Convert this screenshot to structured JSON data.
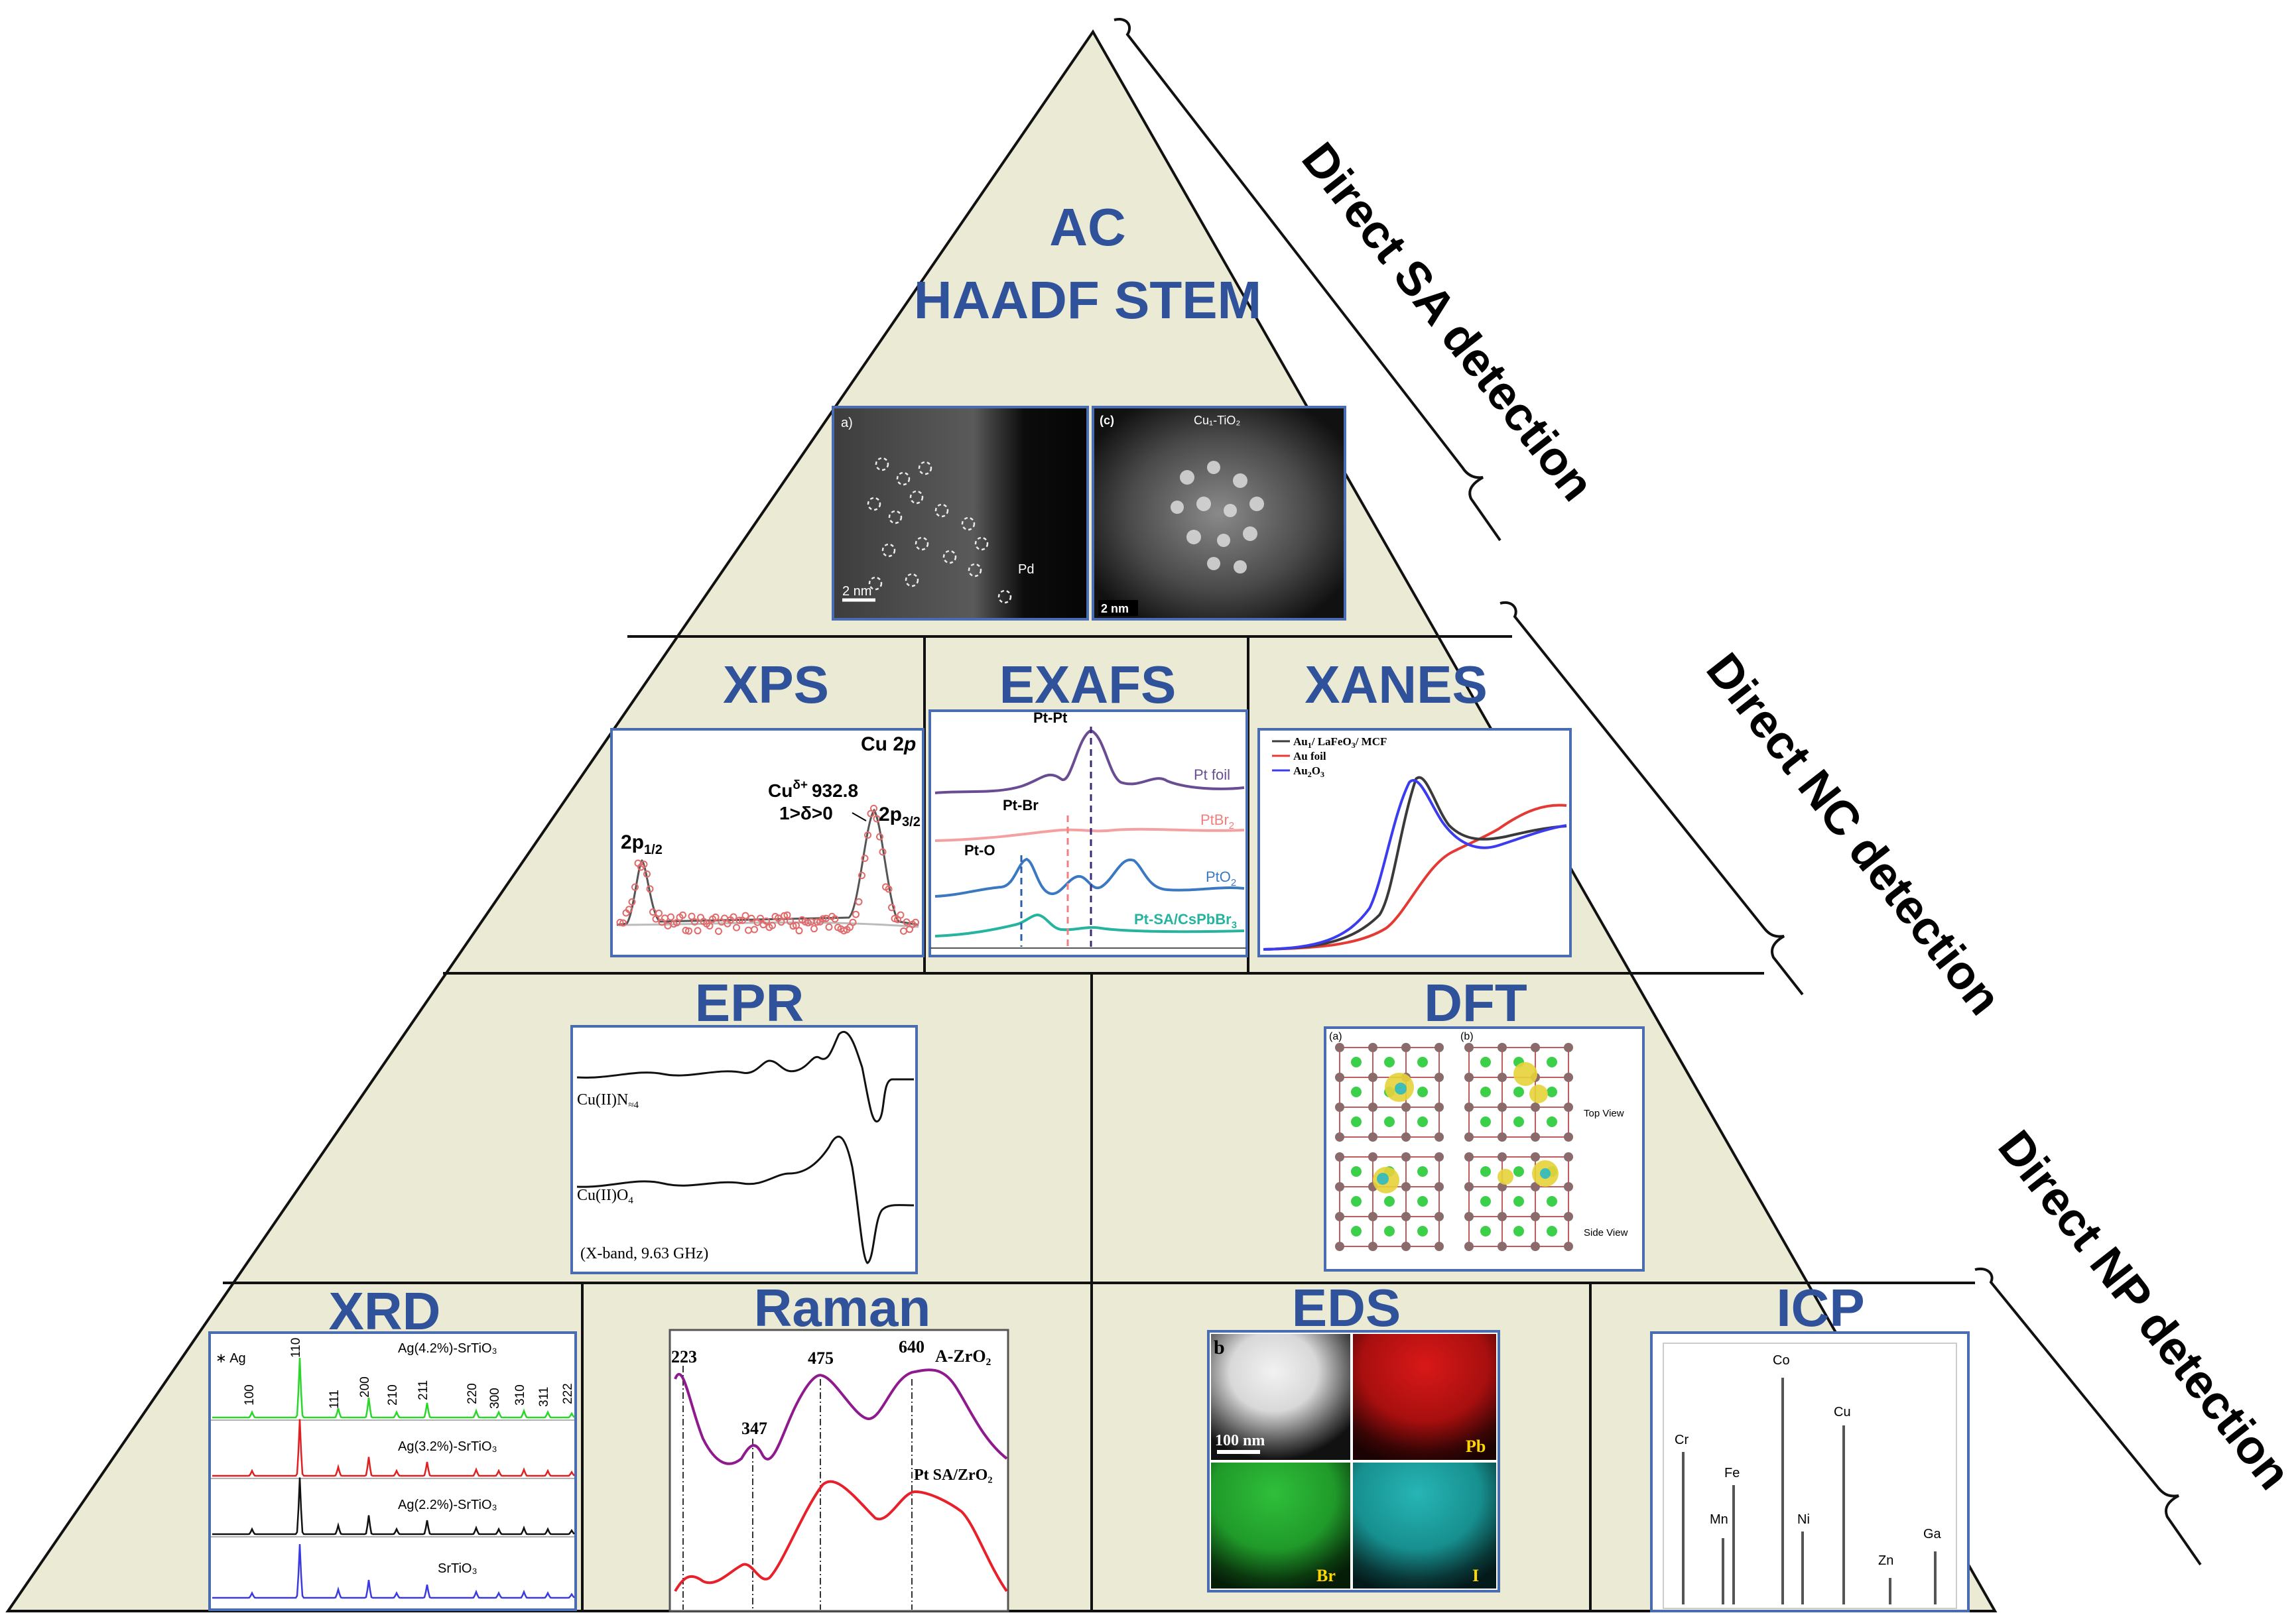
{
  "tiers": {
    "ac": "AC",
    "haadf": "HAADF STEM",
    "xps": "XPS",
    "exafs": "EXAFS",
    "xanes": "XANES",
    "epr": "EPR",
    "dft": "DFT",
    "xrd": "XRD",
    "raman": "Raman",
    "eds": "EDS",
    "icp": "ICP"
  },
  "brackets": {
    "sa": "Direct SA detection",
    "nc": "Direct NC detection",
    "np": "Direct NP detection"
  },
  "stem": {
    "panel_a": "a)",
    "pd": "Pd",
    "scale_a": "2 nm",
    "panel_c": "(c)",
    "cu_tio2": "Cu₁-TiO₂",
    "scale_c": "2 nm"
  },
  "xps": {
    "title_pre": "Cu 2",
    "title_it": "p",
    "peak_label": "Cu",
    "peak_sup": "δ+",
    "peak_value": "932.8",
    "delta_range": "1>δ>0",
    "p12": "2p",
    "p12_sub": "1/2",
    "p32": "2p",
    "p32_sub": "3/2"
  },
  "exafs": {
    "pt_pt": "Pt-Pt",
    "pt_br": "Pt-Br",
    "pt_o": "Pt-O",
    "s1": "Pt foil",
    "s2_pre": "PtBr",
    "s2_sub": "2",
    "s3_pre": "PtO",
    "s3_sub": "2",
    "s4_pre": "Pt-SA/CsPbBr",
    "s4_sub": "3"
  },
  "xanes": {
    "l1_pre": "Au",
    "l1_sub": "1",
    "l1_mid": "/ LaFeO",
    "l1_sub2": "3",
    "l1_post": "/ MCF",
    "l2": "Au foil",
    "l3_pre": "Au",
    "l3_sub": "2",
    "l3_mid": "O",
    "l3_sub2": "3",
    "color1": "#3a3a3a",
    "color2": "#e53935",
    "color3": "#3b3bf0"
  },
  "epr": {
    "s1_pre": "Cu(II)N",
    "s1_sub": "≈4",
    "s2_pre": "Cu(II)O",
    "s2_sub": "4",
    "band": "(X-band, 9.63 GHz)"
  },
  "dft": {
    "a": "(a)",
    "b": "(b)",
    "top_view": "Top View",
    "side_view": "Side View"
  },
  "xrd": {
    "legend": "Ag",
    "s1": "Ag(4.2%)-SrTiO₃",
    "s2": "Ag(3.2%)-SrTiO₃",
    "s3": "Ag(2.2%)-SrTiO₃",
    "s4": "SrTiO₃",
    "h100": "100",
    "h110": "110",
    "h111": "111",
    "h200": "200",
    "h210": "210",
    "h211": "211",
    "h220": "220",
    "h300": "300",
    "h310": "310",
    "h311": "311",
    "h222": "222"
  },
  "raman": {
    "p223": "223",
    "p347": "347",
    "p475": "475",
    "p640": "640",
    "s1": "A-ZrO₂",
    "s2": "Pt SA/ZrO₂",
    "color1": "#8e1a8e",
    "color2": "#e8202a"
  },
  "eds": {
    "b": "b",
    "scale": "100 nm",
    "pb": "Pb",
    "br": "Br",
    "i": "I"
  },
  "icp": {
    "co": "Co",
    "cr": "Cr",
    "fe": "Fe",
    "cu": "Cu",
    "mn": "Mn",
    "ni": "Ni",
    "zn": "Zn",
    "ga": "Ga"
  },
  "colors": {
    "fill": "#ebebd5",
    "title": "#2f529a",
    "frame": "#4a6cb0"
  }
}
